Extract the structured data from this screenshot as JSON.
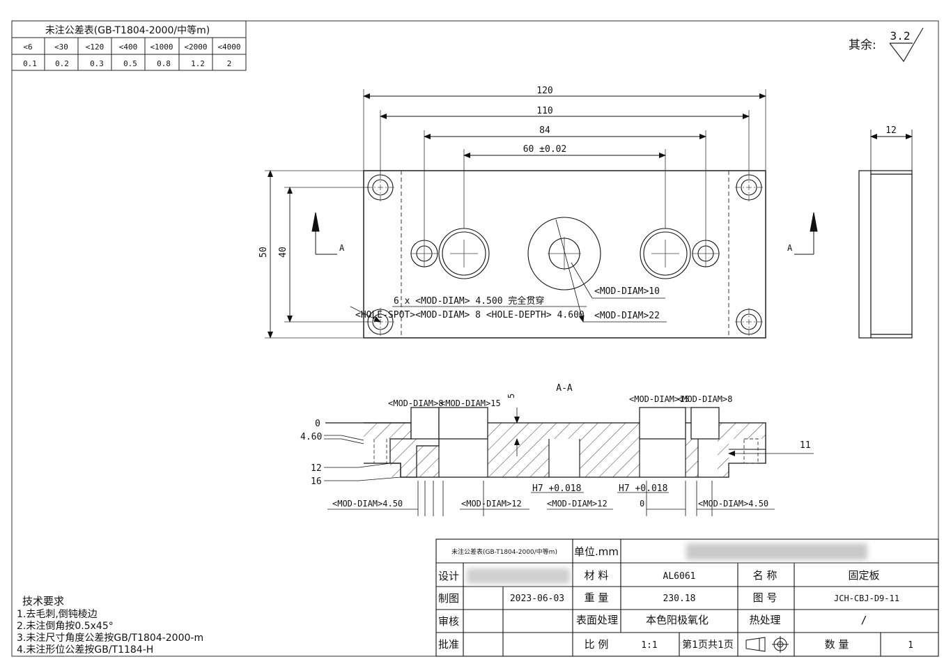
{
  "tolerance_table": {
    "title": "未注公差表(GB-T1804-2000/中等m)",
    "ranges": [
      "<6",
      "<30",
      "<120",
      "<400",
      "<1000",
      "<2000",
      "<4000"
    ],
    "values": [
      "0.1",
      "0.2",
      "0.3",
      "0.5",
      "0.8",
      "1.2",
      "2"
    ]
  },
  "roughness": {
    "label": "其余:",
    "value": "3.2"
  },
  "front_view": {
    "dims": {
      "w120": "120",
      "w110": "110",
      "w84": "84",
      "w60": "60 ±0.02",
      "h50": "50",
      "h40": "40",
      "side12": "12"
    },
    "section_marker": "A",
    "notes": {
      "thru_holes": "6 x <MOD-DIAM> 4.500 完全贯穿",
      "hole_spot": "<HOLE-SPOT><MOD-DIAM> 8 <HOLE-DEPTH> 4.600",
      "diam10": "<MOD-DIAM>10",
      "diam22": "<MOD-DIAM>22"
    }
  },
  "section_view": {
    "title": "A-A",
    "labels": {
      "top_left_a": "<MOD-DIAM>8",
      "top_left_b": "<MOD-DIAM>15",
      "top_right_a": "<MOD-DIAM>15",
      "top_right_b": "<MOD-DIAM>8",
      "depth5": "5",
      "y0": "0",
      "y460": "4.60",
      "y12": "12",
      "y16": "16",
      "d11": "11",
      "h7_left": "H7 +0.018",
      "h7_right": "H7 +0.018",
      "b_left": "<MOD-DIAM>4.50",
      "b_mid_a": "<MOD-DIAM>12",
      "b_mid_b": "<MOD-DIAM>12",
      "b_zero": "0",
      "b_right": "<MOD-DIAM>4.50"
    }
  },
  "tech_requirements": {
    "heading": "技术要求",
    "items": [
      "1.去毛刺,倒钝棱边",
      "2.未注倒角按0.5x45°",
      "3.未注尺寸角度公差按GB/T1804-2000-m",
      "4.未注形位公差按GB/T1184-H"
    ]
  },
  "title_block": {
    "tol_title": "未注公差表(GB-T1804-2000/中等m)",
    "unit": "单位.mm",
    "design_label": "设计",
    "draw_label": "制图",
    "review_label": "审核",
    "approve_label": "批准",
    "date": "2023-06-03",
    "material_label": "材 料",
    "material": "AL6061",
    "weight_label": "重 量",
    "weight": "230.18",
    "surface_label": "表面处理",
    "surface": "本色阳极氧化",
    "scale_label": "比 例",
    "scale": "1:1",
    "pages": "第1页共1页",
    "name_label": "名 称",
    "name": "固定板",
    "drawing_no_label": "图 号",
    "drawing_no": "JCH-CBJ-D9-11",
    "heat_label": "热处理",
    "heat": "/",
    "qty_label": "数 量",
    "qty": "1"
  }
}
